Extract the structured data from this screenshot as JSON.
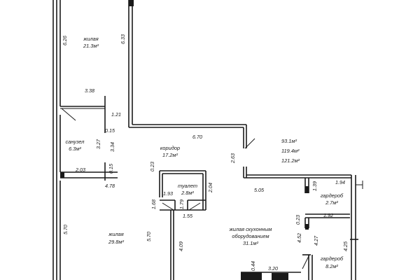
{
  "rooms": [
    {
      "name": "жилая",
      "area": "21.3м²"
    },
    {
      "name": "санузел",
      "area": "6.3м²"
    },
    {
      "name": "коридор",
      "area": "17.2м²"
    },
    {
      "name": "туалет",
      "area": "2.8м²"
    },
    {
      "name": "гардероб",
      "area": "2.7м²"
    },
    {
      "name": "жилая",
      "area": "29.8м²"
    },
    {
      "name": "жилая скухонным",
      "name2": "оборудованием",
      "area": "31.1м²"
    },
    {
      "name": "гардероб",
      "area": "8.2м²"
    }
  ],
  "totals": [
    "93.1м²",
    "119.4м²",
    "121.2м²"
  ],
  "dimensions": {
    "d626": "6.26",
    "d633": "6.33",
    "d338": "3.38",
    "d121": "1.21",
    "d015a": "0.15",
    "d327": "3.27",
    "d334": "3.34",
    "d670": "6.70",
    "d263": "2.63",
    "d203": "2.03",
    "d015b": "0.15",
    "d478": "4.78",
    "d023a": "0.23",
    "d193": "1.93",
    "d204": "2.04",
    "d168": "1.68",
    "d179": "1.79",
    "d155": "1.55",
    "d505": "5.05",
    "d194": "1.94",
    "d139": "1.39",
    "d023b": "0.23",
    "d192": "1.92",
    "d570a": "5.70",
    "d570b": "5.70",
    "d409": "4.09",
    "d452": "4.52",
    "d427": "4.27",
    "d425": "4.25",
    "d044": "0.44",
    "d320": "3.20"
  }
}
